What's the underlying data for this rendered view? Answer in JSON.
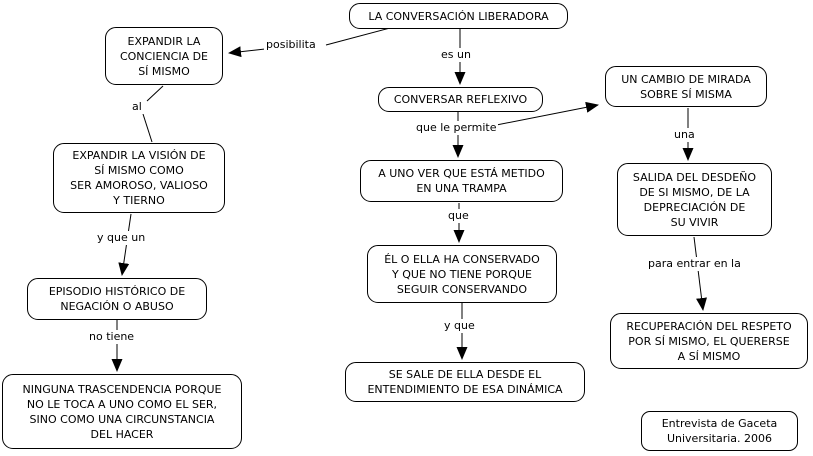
{
  "colors": {
    "background": "#ffffff",
    "line": "#000000",
    "text": "#000000"
  },
  "nodes": [
    {
      "id": "la-conversacion-liberadora",
      "text": "LA CONVERSACIÓN LIBERADORA"
    },
    {
      "id": "expandir-la-conciencia",
      "text": "EXPANDIR LA\nCONCIENCIA DE\nSÍ MISMO"
    },
    {
      "id": "conversar-reflexivo",
      "text": "CONVERSAR REFLEXIVO"
    },
    {
      "id": "un-cambio-de-mirada",
      "text": "UN CAMBIO DE MIRADA\nSOBRE SÍ MISMA"
    },
    {
      "id": "expandir-la-vision",
      "text": "EXPANDIR LA VISIÓN DE\nSÍ MISMO COMO\nSER AMOROSO, VALIOSO\nY TIERNO"
    },
    {
      "id": "a-uno-ver-trampa",
      "text": "A UNO VER QUE ESTÁ METIDO\nEN UNA TRAMPA"
    },
    {
      "id": "salida-del-desdeno",
      "text": "SALIDA DEL DESDEÑO\nDE SI MISMO, DE LA\nDEPRECIACIÓN DE\nSU VIVIR"
    },
    {
      "id": "episodio-historico",
      "text": "EPISODIO HISTÓRICO DE\nNEGACIÓN O ABUSO"
    },
    {
      "id": "el-o-ella-ha-conservado",
      "text": "ÉL O ELLA HA CONSERVADO\nY QUE NO TIENE PORQUE\nSEGUIR CONSERVANDO"
    },
    {
      "id": "ninguna-trascendencia",
      "text": "NINGUNA TRASCENDENCIA PORQUE\nNO LE TOCA A UNO COMO EL SER,\nSINO COMO UNA CIRCUNSTANCIA\nDEL HACER"
    },
    {
      "id": "se-sale-de-ella",
      "text": "SE SALE DE ELLA DESDE EL\nENTENDIMIENTO DE ESA DINÁMICA"
    },
    {
      "id": "recuperacion-del-respeto",
      "text": "RECUPERACIÓN DEL RESPETO\nPOR SÍ MISMO, EL QUERERSE\nA SÍ MISMO"
    },
    {
      "id": "entrevista-fuente",
      "text": "Entrevista de Gaceta\nUniversitaria. 2006"
    }
  ],
  "link_labels": [
    {
      "id": "posibilita",
      "text": "posibilita"
    },
    {
      "id": "es-un",
      "text": "es un"
    },
    {
      "id": "al",
      "text": "al"
    },
    {
      "id": "que-le-permite",
      "text": "que le permite"
    },
    {
      "id": "una",
      "text": "una"
    },
    {
      "id": "que",
      "text": "que"
    },
    {
      "id": "y-que-un",
      "text": "y que un"
    },
    {
      "id": "para-entrar-en-la",
      "text": "para entrar en la"
    },
    {
      "id": "no-tiene",
      "text": "no tiene"
    },
    {
      "id": "y-que",
      "text": "y que"
    }
  ],
  "edges": [
    {
      "from": "la-conversacion-liberadora",
      "label": "posibilita",
      "to": "expandir-la-conciencia",
      "arrow": true
    },
    {
      "from": "la-conversacion-liberadora",
      "label": "es un",
      "to": "conversar-reflexivo",
      "arrow": true
    },
    {
      "from": "expandir-la-conciencia",
      "label": "al",
      "to": "expandir-la-vision",
      "arrow": false
    },
    {
      "from": "conversar-reflexivo",
      "label": "que le permite",
      "to": "a-uno-ver-trampa",
      "arrow": true
    },
    {
      "from": "conversar-reflexivo",
      "label": "que le permite",
      "to": "un-cambio-de-mirada",
      "arrow": true
    },
    {
      "from": "un-cambio-de-mirada",
      "label": "una",
      "to": "salida-del-desdeno",
      "arrow": true
    },
    {
      "from": "expandir-la-vision",
      "label": "y que un",
      "to": "episodio-historico",
      "arrow": true
    },
    {
      "from": "a-uno-ver-trampa",
      "label": "que",
      "to": "el-o-ella-ha-conservado",
      "arrow": true
    },
    {
      "from": "episodio-historico",
      "label": "no tiene",
      "to": "ninguna-trascendencia",
      "arrow": true
    },
    {
      "from": "el-o-ella-ha-conservado",
      "label": "y que",
      "to": "se-sale-de-ella",
      "arrow": true
    },
    {
      "from": "salida-del-desdeno",
      "label": "para entrar en la",
      "to": "recuperacion-del-respeto",
      "arrow": true
    }
  ]
}
